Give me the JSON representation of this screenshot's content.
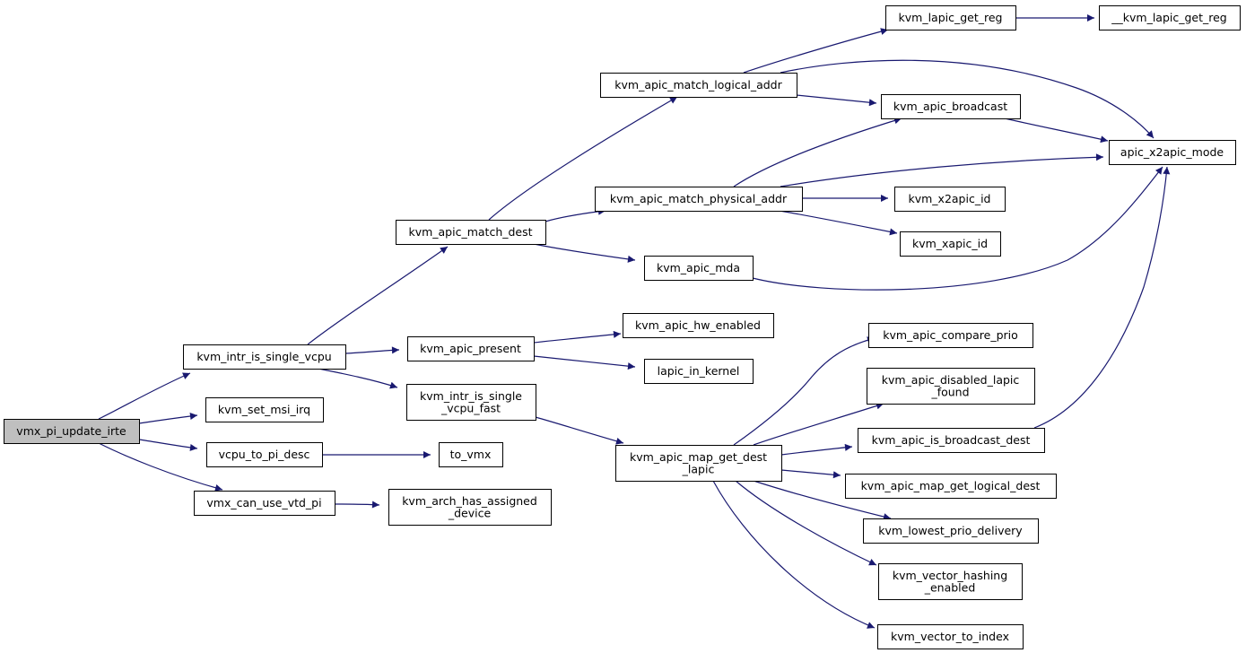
{
  "colors": {
    "edge": "#191970",
    "node_fill": "#ffffff",
    "root_fill": "#bfbfbf",
    "border": "#000000"
  },
  "nodes": [
    {
      "id": "vmx_pi_update_irte",
      "lines": [
        "vmx_pi_update_irte"
      ],
      "root": true
    },
    {
      "id": "kvm_intr_is_single_vcpu",
      "lines": [
        "kvm_intr_is_single_vcpu"
      ]
    },
    {
      "id": "kvm_set_msi_irq",
      "lines": [
        "kvm_set_msi_irq"
      ]
    },
    {
      "id": "vcpu_to_pi_desc",
      "lines": [
        "vcpu_to_pi_desc"
      ]
    },
    {
      "id": "vmx_can_use_vtd_pi",
      "lines": [
        "vmx_can_use_vtd_pi"
      ]
    },
    {
      "id": "kvm_apic_match_dest",
      "lines": [
        "kvm_apic_match_dest"
      ]
    },
    {
      "id": "kvm_apic_present",
      "lines": [
        "kvm_apic_present"
      ]
    },
    {
      "id": "kvm_intr_is_single_vcpu_fast",
      "lines": [
        "kvm_intr_is_single",
        "_vcpu_fast"
      ]
    },
    {
      "id": "to_vmx",
      "lines": [
        "to_vmx"
      ]
    },
    {
      "id": "kvm_arch_has_assigned_device",
      "lines": [
        "kvm_arch_has_assigned",
        "_device"
      ]
    },
    {
      "id": "kvm_apic_match_logical_addr",
      "lines": [
        "kvm_apic_match_logical_addr"
      ]
    },
    {
      "id": "kvm_apic_match_physical_addr",
      "lines": [
        "kvm_apic_match_physical_addr"
      ]
    },
    {
      "id": "kvm_apic_mda",
      "lines": [
        "kvm_apic_mda"
      ]
    },
    {
      "id": "kvm_apic_hw_enabled",
      "lines": [
        "kvm_apic_hw_enabled"
      ]
    },
    {
      "id": "lapic_in_kernel",
      "lines": [
        "lapic_in_kernel"
      ]
    },
    {
      "id": "kvm_apic_map_get_dest_lapic",
      "lines": [
        "kvm_apic_map_get_dest",
        "_lapic"
      ]
    },
    {
      "id": "kvm_lapic_get_reg",
      "lines": [
        "kvm_lapic_get_reg"
      ]
    },
    {
      "id": "__kvm_lapic_get_reg",
      "lines": [
        "__kvm_lapic_get_reg"
      ]
    },
    {
      "id": "kvm_apic_broadcast",
      "lines": [
        "kvm_apic_broadcast"
      ]
    },
    {
      "id": "apic_x2apic_mode",
      "lines": [
        "apic_x2apic_mode"
      ]
    },
    {
      "id": "kvm_x2apic_id",
      "lines": [
        "kvm_x2apic_id"
      ]
    },
    {
      "id": "kvm_xapic_id",
      "lines": [
        "kvm_xapic_id"
      ]
    },
    {
      "id": "kvm_apic_compare_prio",
      "lines": [
        "kvm_apic_compare_prio"
      ]
    },
    {
      "id": "kvm_apic_disabled_lapic_found",
      "lines": [
        "kvm_apic_disabled_lapic",
        "_found"
      ]
    },
    {
      "id": "kvm_apic_is_broadcast_dest",
      "lines": [
        "kvm_apic_is_broadcast_dest"
      ]
    },
    {
      "id": "kvm_apic_map_get_logical_dest",
      "lines": [
        "kvm_apic_map_get_logical_dest"
      ]
    },
    {
      "id": "kvm_lowest_prio_delivery",
      "lines": [
        "kvm_lowest_prio_delivery"
      ]
    },
    {
      "id": "kvm_vector_hashing_enabled",
      "lines": [
        "kvm_vector_hashing",
        "_enabled"
      ]
    },
    {
      "id": "kvm_vector_to_index",
      "lines": [
        "kvm_vector_to_index"
      ]
    }
  ],
  "edges": [
    [
      "vmx_pi_update_irte",
      "kvm_intr_is_single_vcpu"
    ],
    [
      "vmx_pi_update_irte",
      "kvm_set_msi_irq"
    ],
    [
      "vmx_pi_update_irte",
      "vcpu_to_pi_desc"
    ],
    [
      "vmx_pi_update_irte",
      "vmx_can_use_vtd_pi"
    ],
    [
      "kvm_intr_is_single_vcpu",
      "kvm_apic_match_dest"
    ],
    [
      "kvm_intr_is_single_vcpu",
      "kvm_apic_present"
    ],
    [
      "kvm_intr_is_single_vcpu",
      "kvm_intr_is_single_vcpu_fast"
    ],
    [
      "vcpu_to_pi_desc",
      "to_vmx"
    ],
    [
      "vmx_can_use_vtd_pi",
      "kvm_arch_has_assigned_device"
    ],
    [
      "kvm_apic_match_dest",
      "kvm_apic_match_logical_addr"
    ],
    [
      "kvm_apic_match_dest",
      "kvm_apic_match_physical_addr"
    ],
    [
      "kvm_apic_match_dest",
      "kvm_apic_mda"
    ],
    [
      "kvm_apic_present",
      "kvm_apic_hw_enabled"
    ],
    [
      "kvm_apic_present",
      "lapic_in_kernel"
    ],
    [
      "kvm_intr_is_single_vcpu_fast",
      "kvm_apic_map_get_dest_lapic"
    ],
    [
      "kvm_apic_match_logical_addr",
      "kvm_lapic_get_reg"
    ],
    [
      "kvm_apic_match_logical_addr",
      "kvm_apic_broadcast"
    ],
    [
      "kvm_apic_match_logical_addr",
      "apic_x2apic_mode"
    ],
    [
      "kvm_lapic_get_reg",
      "__kvm_lapic_get_reg"
    ],
    [
      "kvm_apic_broadcast",
      "apic_x2apic_mode"
    ],
    [
      "kvm_apic_match_physical_addr",
      "kvm_apic_broadcast"
    ],
    [
      "kvm_apic_match_physical_addr",
      "apic_x2apic_mode"
    ],
    [
      "kvm_apic_match_physical_addr",
      "kvm_x2apic_id"
    ],
    [
      "kvm_apic_match_physical_addr",
      "kvm_xapic_id"
    ],
    [
      "kvm_apic_mda",
      "apic_x2apic_mode"
    ],
    [
      "kvm_apic_map_get_dest_lapic",
      "kvm_apic_compare_prio"
    ],
    [
      "kvm_apic_map_get_dest_lapic",
      "kvm_apic_disabled_lapic_found"
    ],
    [
      "kvm_apic_map_get_dest_lapic",
      "kvm_apic_is_broadcast_dest"
    ],
    [
      "kvm_apic_map_get_dest_lapic",
      "kvm_apic_map_get_logical_dest"
    ],
    [
      "kvm_apic_map_get_dest_lapic",
      "kvm_lowest_prio_delivery"
    ],
    [
      "kvm_apic_map_get_dest_lapic",
      "kvm_vector_hashing_enabled"
    ],
    [
      "kvm_apic_map_get_dest_lapic",
      "kvm_vector_to_index"
    ],
    [
      "kvm_apic_is_broadcast_dest",
      "apic_x2apic_mode"
    ]
  ]
}
